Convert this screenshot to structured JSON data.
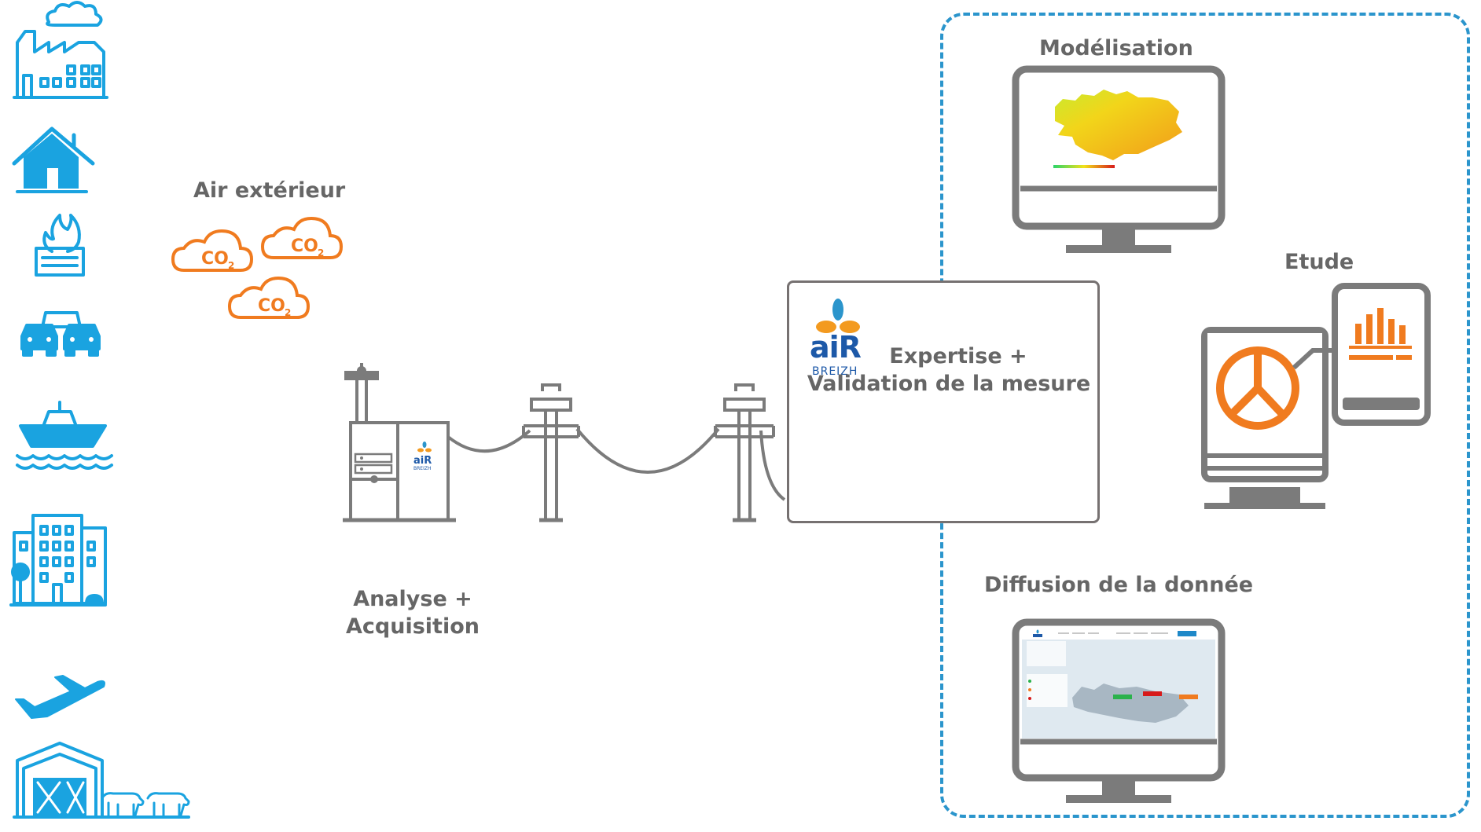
{
  "title": "",
  "labels": {
    "air_exterieur": "Air extérieur",
    "analyse_line1": "Analyse +",
    "analyse_line2": "Acquisition",
    "expertise_line1": "Expertise +",
    "expertise_line2": "Validation de la mesure",
    "modelisation": "Modélisation",
    "etude": "Etude",
    "diffusion": "Diffusion de la donnée"
  },
  "co2_badge": {
    "main": "CO",
    "sub": "2"
  },
  "logo": {
    "line1": "aiR",
    "line2": "BREIZH"
  },
  "emission_sources": [
    "factory-icon",
    "house-icon",
    "fire-icon",
    "traffic-icon",
    "ship-icon",
    "building-icon",
    "airplane-icon",
    "farm-icon"
  ],
  "colors": {
    "source_icons": "#1aa3e0",
    "co2": "#f07b1f",
    "equipment": "#7b7b7b",
    "dashed_frame": "#2b95cc",
    "text": "#666666",
    "logo_blue": "#1d59a8",
    "logo_orange": "#f39a1f"
  }
}
